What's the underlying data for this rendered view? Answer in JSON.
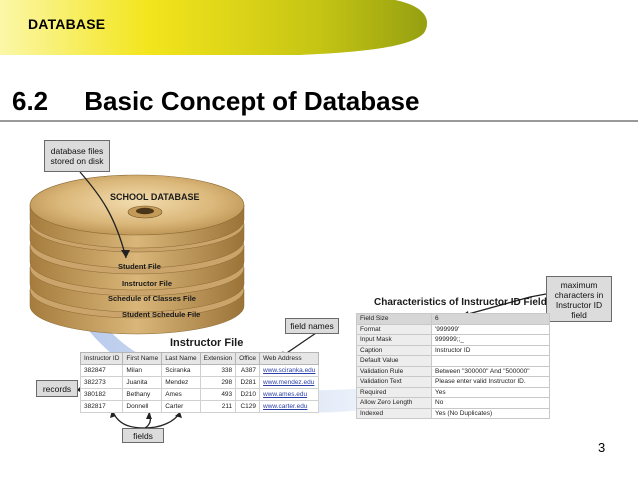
{
  "header": {
    "banner_label": "DATABASE"
  },
  "slide": {
    "title": "6.2     Basic Concept of Database",
    "page_number": "3"
  },
  "diagram": {
    "callouts": {
      "db_files": "database files stored on disk",
      "field_names": "field names",
      "records": "records",
      "fields": "fields",
      "max_chars": "maximum characters in Instructor ID field"
    },
    "disk": {
      "name": "SCHOOL DATABASE",
      "files": [
        "Student File",
        "Instructor File",
        "Schedule of Classes File",
        "Student Schedule File"
      ]
    },
    "instructor_file": {
      "title": "Instructor File",
      "columns": [
        "Instructor ID",
        "First Name",
        "Last Name",
        "Extension",
        "Office",
        "Web Address"
      ],
      "rows": [
        [
          "382847",
          "Milan",
          "Sciranka",
          "338",
          "A387",
          "www.sciranka.edu"
        ],
        [
          "382273",
          "Juanita",
          "Mendez",
          "298",
          "D281",
          "www.mendez.edu"
        ],
        [
          "380182",
          "Bethany",
          "Ames",
          "493",
          "D210",
          "www.ames.edu"
        ],
        [
          "382817",
          "Donnell",
          "Carter",
          "211",
          "C129",
          "www.carter.edu"
        ]
      ]
    },
    "characteristics": {
      "title": "Characteristics of Instructor ID Field",
      "rows": [
        [
          "Field Size",
          "6"
        ],
        [
          "Format",
          "'999999'"
        ],
        [
          "Input Mask",
          "999999;;_"
        ],
        [
          "Caption",
          "Instructor ID"
        ],
        [
          "Default Value",
          ""
        ],
        [
          "Validation Rule",
          "Between \"300000\" And \"500000\""
        ],
        [
          "Validation Text",
          "Please enter valid Instructor ID."
        ],
        [
          "Required",
          "Yes"
        ],
        [
          "Allow Zero Length",
          "No"
        ],
        [
          "Indexed",
          "Yes (No Duplicates)"
        ]
      ]
    },
    "colors": {
      "banner_yellow": "#f6ea1e",
      "banner_olive": "#9aa013",
      "disk_gold": "#d9b679",
      "swoosh_blue": "#b4c8ea"
    }
  }
}
